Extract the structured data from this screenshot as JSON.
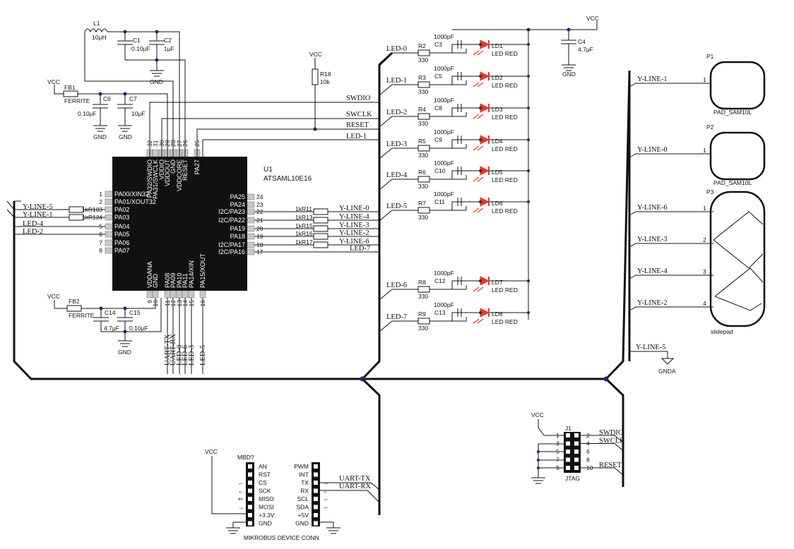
{
  "power": {
    "vcc": "VCC",
    "gnd": "GND",
    "gnda": "GNDA"
  },
  "supply": {
    "l1_ref": "L1",
    "l1_val": "10μH",
    "c1_ref": "C1",
    "c1_val": "0.10μF",
    "c2_ref": "C2",
    "c2_val": "1μF",
    "fb1_ref": "FB1",
    "fb1_val": "FERRITE",
    "c6_ref": "C6",
    "c6_val": "0.10μF",
    "c7_ref": "C7",
    "c7_val": "10μF",
    "fb2_ref": "FB2",
    "fb2_val": "FERRITE",
    "c14_ref": "C14",
    "c14_val": "4.7μF",
    "c15_ref": "C15",
    "c15_val": "0.10μF",
    "r18_ref": "R18",
    "r18_val": "10k",
    "c4_ref": "C4",
    "c4_val": "4.7μF"
  },
  "mcu": {
    "ref": "U1",
    "part": "ATSAML10E16",
    "left_pins": [
      {
        "num": "1",
        "name": "PA00/XIN32"
      },
      {
        "num": "2",
        "name": "PA01/XOUT32"
      },
      {
        "num": "3",
        "name": "PA02"
      },
      {
        "num": "4",
        "name": "PA03"
      },
      {
        "num": "5",
        "name": "PA04"
      },
      {
        "num": "6",
        "name": "PA05"
      },
      {
        "num": "7",
        "name": "PA06"
      },
      {
        "num": "8",
        "name": "PA07"
      }
    ],
    "right_pins": [
      {
        "num": "24",
        "name": "PA25"
      },
      {
        "num": "23",
        "name": "PA24"
      },
      {
        "num": "22",
        "name": "I2C/PA23"
      },
      {
        "num": "21",
        "name": "I2C/PA22"
      },
      {
        "num": "20",
        "name": "PA19"
      },
      {
        "num": "19",
        "name": "PA18"
      },
      {
        "num": "18",
        "name": "I2C/PA17"
      },
      {
        "num": "17",
        "name": "I2C/PA16"
      }
    ],
    "top_pins": [
      {
        "num": "32",
        "name": "PA32/SWDIO"
      },
      {
        "num": "31",
        "name": "PA31/SWCLK"
      },
      {
        "num": "30",
        "name": "VDDIO"
      },
      {
        "num": "29",
        "name": "VDDOUT"
      },
      {
        "num": "28",
        "name": "GND"
      },
      {
        "num": "27",
        "name": "VDDCORE"
      },
      {
        "num": "26",
        "name": "RESET"
      },
      {
        "num": "25",
        "name": "PA27"
      }
    ],
    "bottom_pins": [
      {
        "num": "9",
        "name": "VDDANA"
      },
      {
        "num": "10",
        "name": "GND"
      },
      {
        "num": "11",
        "name": "PA08"
      },
      {
        "num": "12",
        "name": "PA09"
      },
      {
        "num": "13",
        "name": "PA10"
      },
      {
        "num": "14",
        "name": "PA11"
      },
      {
        "num": "15",
        "name": "PA14/XIN"
      },
      {
        "num": "16",
        "name": "PA15/XOUT"
      }
    ]
  },
  "left_resistors": [
    {
      "ref": "1kR10",
      "net": "Y-LINE-5"
    },
    {
      "ref": "1kR12",
      "net": "Y-LINE-1"
    }
  ],
  "left_nets": [
    "Y-LINE-5",
    "Y-LINE-1",
    "LED-4",
    "LED-2"
  ],
  "right_resistors": [
    {
      "ref": "1kR11",
      "net": "Y-LINE-0"
    },
    {
      "ref": "1kR13",
      "net": "Y-LINE-4"
    },
    {
      "ref": "1kR15",
      "net": "Y-LINE-3"
    },
    {
      "ref": "1kR16",
      "net": "Y-LINE-2"
    },
    {
      "ref": "1kR17",
      "net": "Y-LINE-6"
    }
  ],
  "right_extra_net": "LED-7",
  "top_nets": [
    "SWDIO",
    "SWCLK",
    "RESET",
    "LED-1"
  ],
  "bottom_nets": [
    "UART-TX",
    "UART-RX",
    "LED-0",
    "LED-6",
    "LED-3",
    "LED-5"
  ],
  "leds": [
    {
      "net": "LED-0",
      "res": "R2",
      "res_val": "330",
      "cap": "C3",
      "cap_val": "1000pF",
      "led": "LD1",
      "led_val": "LED RED"
    },
    {
      "net": "LED-1",
      "res": "R3",
      "res_val": "330",
      "cap": "C5",
      "cap_val": "1000pF",
      "led": "LD2",
      "led_val": "LED RED"
    },
    {
      "net": "LED-2",
      "res": "R4",
      "res_val": "330",
      "cap": "C8",
      "cap_val": "1000pF",
      "led": "LD3",
      "led_val": "LED RED"
    },
    {
      "net": "LED-3",
      "res": "R5",
      "res_val": "330",
      "cap": "C9",
      "cap_val": "1000pF",
      "led": "LD4",
      "led_val": "LED RED"
    },
    {
      "net": "LED-4",
      "res": "R6",
      "res_val": "330",
      "cap": "C10",
      "cap_val": "1000pF",
      "led": "LD5",
      "led_val": "LED RED"
    },
    {
      "net": "LED-5",
      "res": "R7",
      "res_val": "330",
      "cap": "C11",
      "cap_val": "1000pF",
      "led": "LD6",
      "led_val": "LED RED"
    },
    {
      "net": "LED-6",
      "res": "R8",
      "res_val": "330",
      "cap": "C12",
      "cap_val": "1000pF",
      "led": "LD7",
      "led_val": "LED RED"
    },
    {
      "net": "LED-7",
      "res": "R9",
      "res_val": "330",
      "cap": "C13",
      "cap_val": "1000pF",
      "led": "LD8",
      "led_val": "LED RED"
    }
  ],
  "pads": [
    {
      "ref": "P1",
      "part": "PAD_SAM10L",
      "net": "Y-LINE-1",
      "pin": "1"
    },
    {
      "ref": "P2",
      "part": "PAD_SAM10L",
      "net": "Y-LINE-0",
      "pin": "1"
    }
  ],
  "slidepad": {
    "ref": "P3",
    "part": "slidepad",
    "lines": [
      {
        "net": "Y-LINE-6",
        "pin": "1"
      },
      {
        "net": "Y-LINE-3",
        "pin": "2"
      },
      {
        "net": "Y-LINE-4",
        "pin": "3"
      },
      {
        "net": "Y-LINE-2",
        "pin": "4"
      }
    ]
  },
  "gnda_net": "Y-LINE-5",
  "jtag": {
    "ref": "J1",
    "name": "JTAG",
    "left_nums": [
      "1",
      "3",
      "5",
      "7",
      "9"
    ],
    "right_nums": [
      "2",
      "4",
      "6",
      "8",
      "10"
    ],
    "right_nets": [
      "SWDIO",
      "SWCLK",
      "",
      "",
      "RESET"
    ]
  },
  "mikrobus": {
    "ref": "MBD?",
    "title": "MIKROBUS DEVICE CONN",
    "left": [
      "AN",
      "RST",
      "CS",
      "SCK",
      "MISO",
      "MOSI",
      "+3.3V",
      "GND"
    ],
    "right": [
      "PWM",
      "INT",
      "TX",
      "RX",
      "SCL",
      "SDA",
      "+5V",
      "GND"
    ],
    "nets": [
      "UART-TX",
      "UART-RX"
    ],
    "arrow_color": "#e4382a"
  }
}
